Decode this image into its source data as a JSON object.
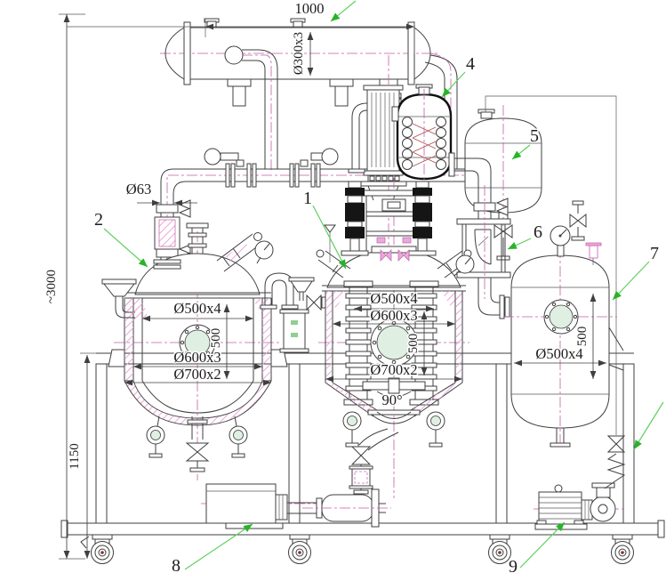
{
  "colors": {
    "line": "#3f3f3f",
    "centerline": "#c45ca8",
    "insulation_hatch": "#eaa6dc",
    "leader_green": "#5fd05f",
    "coil_red": "#b05252",
    "sight_glass_green": "#dff0e2"
  },
  "dimensions": {
    "condenser_length": "1000",
    "condenser_shell": "Ø300x3",
    "vent_pipe": "Ø63",
    "overall_height": "~3000",
    "platform_height": "1150",
    "left_vessel": {
      "inner_dia": "Ø500x4",
      "height": "500",
      "jacket_dia": "Ø600x3",
      "outer_dia": "Ø700x2"
    },
    "center_vessel": {
      "inner_dia": "Ø500x4",
      "jacket_dia": "Ø600x3",
      "height": "500",
      "outer_dia": "Ø700x2",
      "cone_angle": "90°"
    },
    "right_vessel": {
      "height": "500",
      "shell_dia": "Ø500x4"
    }
  },
  "callouts": {
    "c1": "1",
    "c2": "2",
    "c4": "4",
    "c5": "5",
    "c6": "6",
    "c7": "7",
    "c8": "8",
    "c9": "9"
  }
}
